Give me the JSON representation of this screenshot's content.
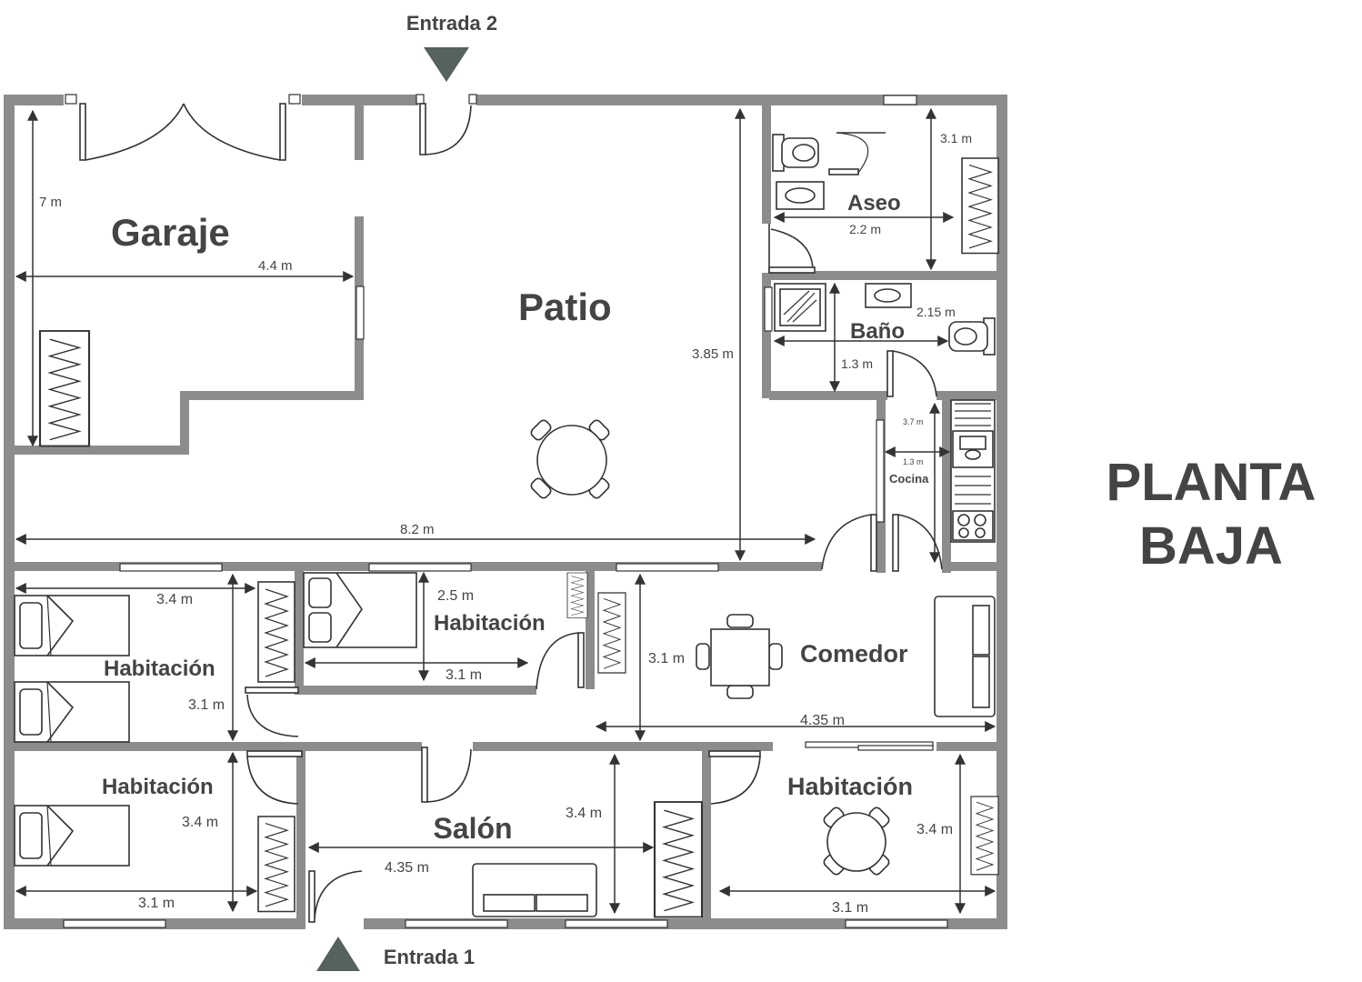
{
  "entrances": {
    "top": "Entrada 2",
    "bottom": "Entrada 1"
  },
  "title": {
    "line1": "PLANTA",
    "line2": "BAJA"
  },
  "rooms": {
    "garaje": "Garaje",
    "patio": "Patio",
    "aseo": "Aseo",
    "bano": "Baño",
    "cocina": "Cocina",
    "comedor": "Comedor",
    "salon": "Salón",
    "hab_left_mid": "Habitación",
    "hab_center_mid": "Habitación",
    "hab_left_bottom": "Habitación",
    "hab_right_bottom": "Habitación"
  },
  "dims": {
    "garaje_height": "7 m",
    "garaje_width": "4.4 m",
    "patio_height": "3.85 m",
    "patio_width": "8.2 m",
    "aseo_height": "3.1 m",
    "aseo_width": "2.2 m",
    "bano_width": "2.15 m",
    "bano_height": "1.3 m",
    "cocina_height": "3.7 m",
    "cocina_width": "1.3 m",
    "hab1_width": "3.4 m",
    "hab1_height": "3.1 m",
    "hab2_height": "2.5 m",
    "hab2_width": "3.1 m",
    "comedor_height": "3.1 m",
    "comedor_width": "4.35 m",
    "hab3_height": "3.4 m",
    "hab3_width": "3.1 m",
    "salon_height": "3.4 m",
    "salon_width": "4.35 m",
    "hab4_height": "3.4 m",
    "hab4_width": "3.1 m"
  }
}
